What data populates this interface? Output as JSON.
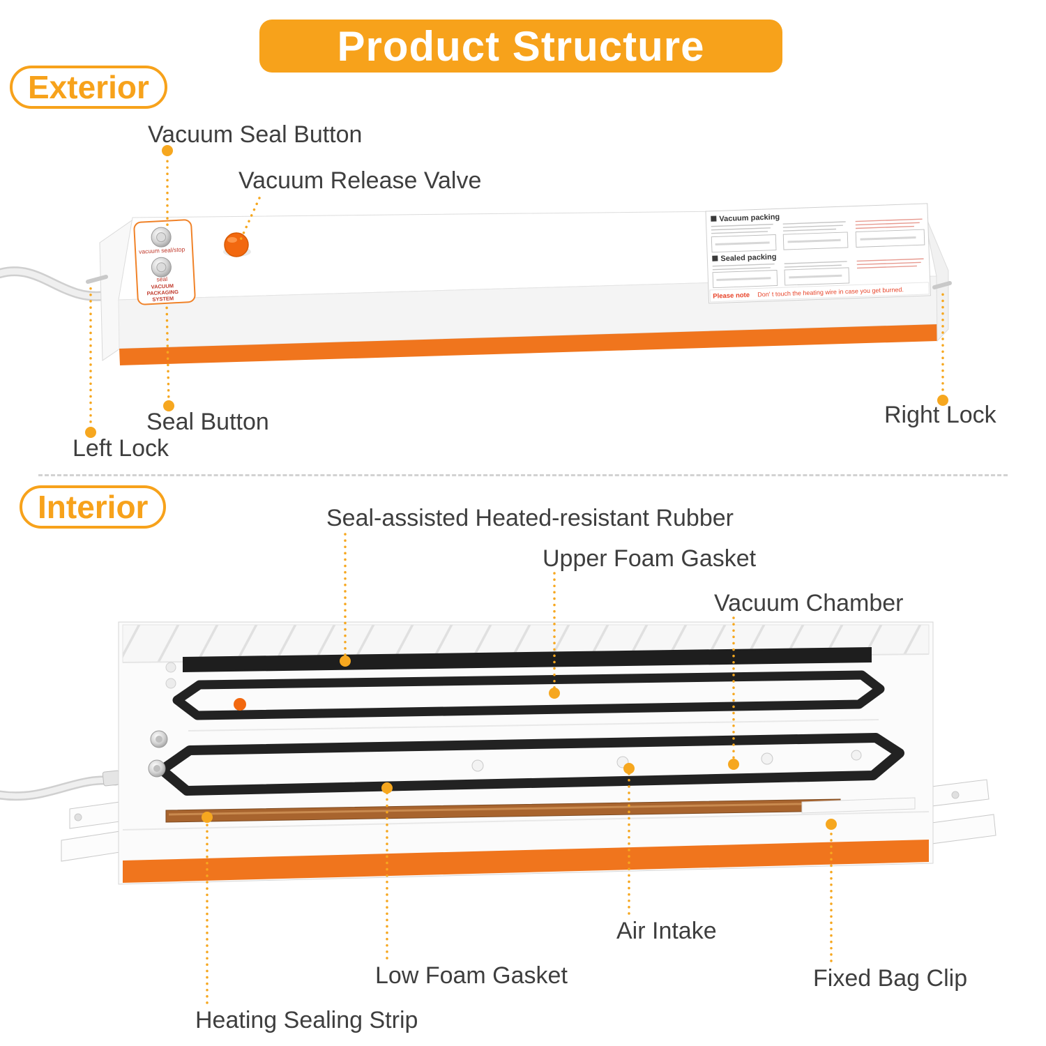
{
  "title": "Product Structure",
  "sections": {
    "exterior": "Exterior",
    "interior": "Interior"
  },
  "callouts": {
    "vacuum_seal_button": "Vacuum Seal Button",
    "vacuum_release_valve": "Vacuum Release Valve",
    "seal_button": "Seal Button",
    "left_lock": "Left Lock",
    "right_lock": "Right Lock",
    "seal_assisted_rubber": "Seal-assisted Heated-resistant Rubber",
    "upper_foam_gasket": "Upper Foam Gasket",
    "vacuum_chamber": "Vacuum Chamber",
    "air_intake": "Air Intake",
    "low_foam_gasket": "Low Foam Gasket",
    "heating_sealing_strip": "Heating Sealing Strip",
    "fixed_bag_clip": "Fixed Bag Clip"
  },
  "device_panel": {
    "button1_label": "vacuum seal/stop",
    "button2_label": "seal",
    "brand_line1": "VACUUM",
    "brand_line2": "PACKAGING",
    "brand_line3": "SYSTEM"
  },
  "instruction_label": {
    "vacuum_packing": "Vacuum packing",
    "sealed_packing": "Sealed packing",
    "note_prefix": "Please note",
    "note_text": "Don' t touch the heating wire in case you get burned."
  },
  "colors": {
    "accent_orange": "#F7A21B",
    "leader_orange": "#F6A71F",
    "device_orange": "#F0751D",
    "label_gray": "#3E3E3E",
    "note_red": "#E8442A"
  }
}
